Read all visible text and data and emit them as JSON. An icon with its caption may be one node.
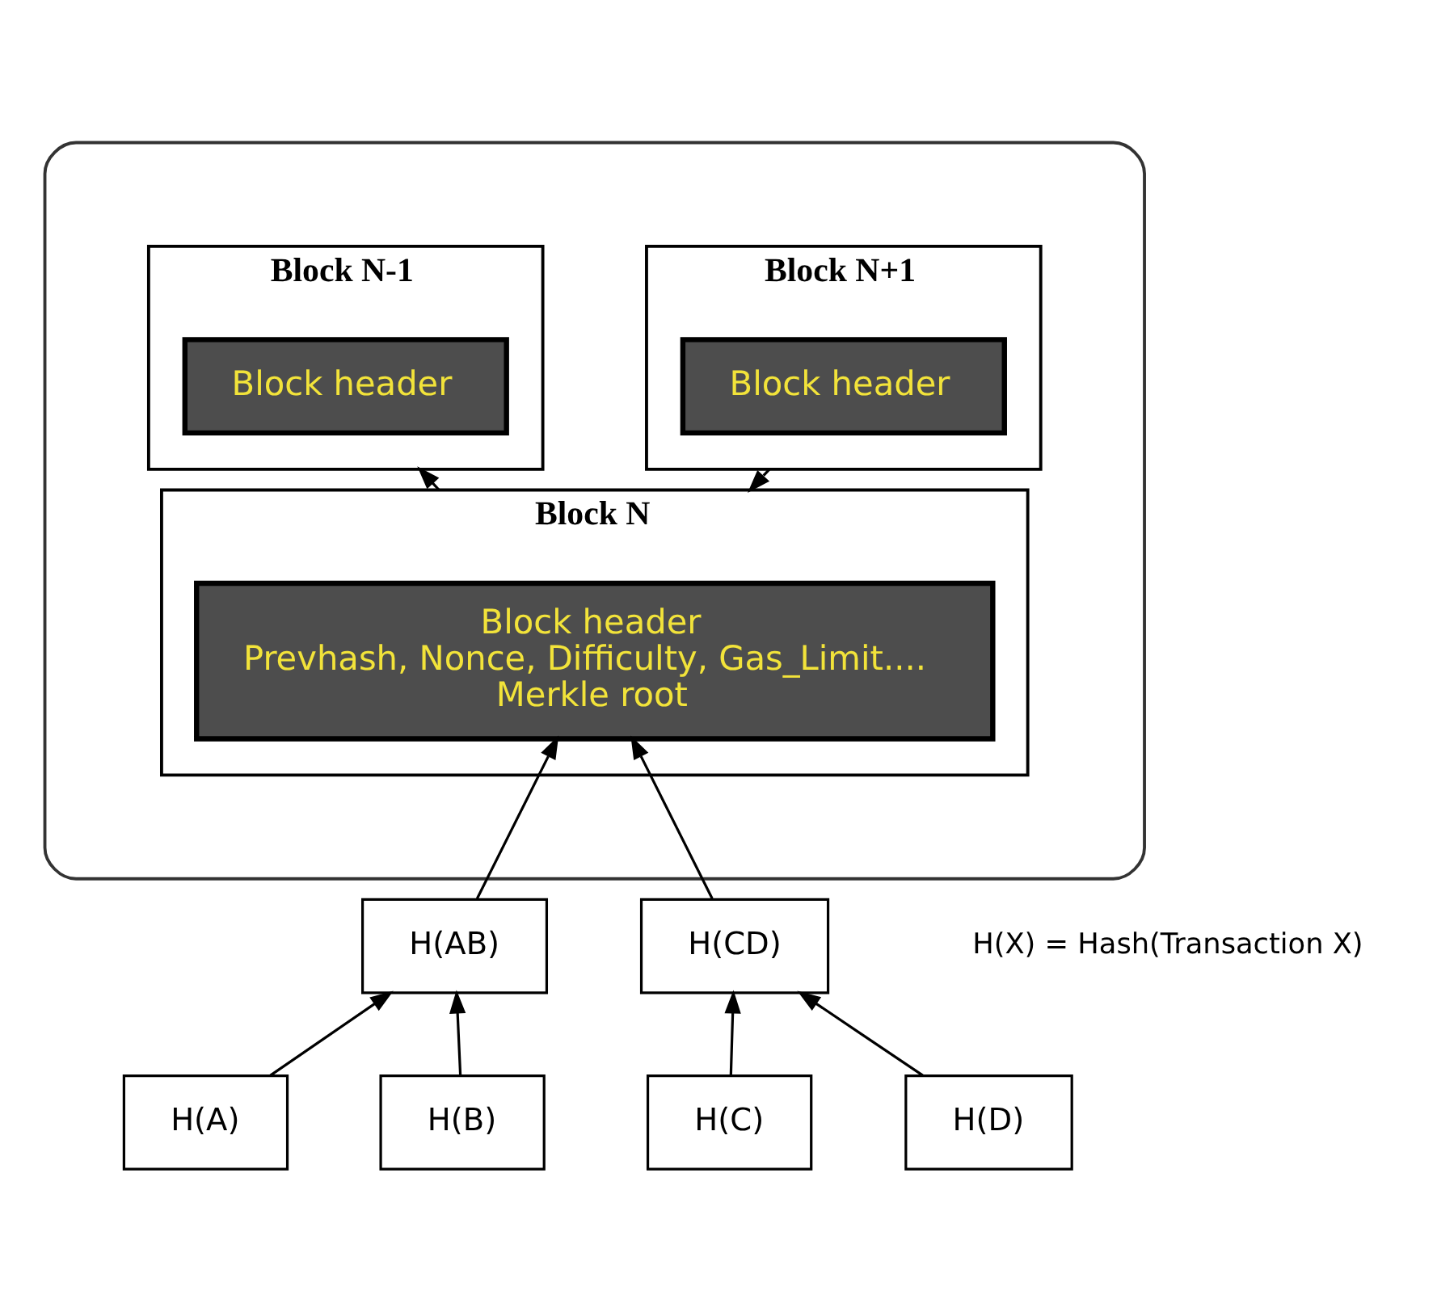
{
  "diagram": {
    "nodes": [
      {
        "text": [],
        "shape": "cloud"
      },
      {
        "text": [
          "Block N-1"
        ],
        "in": 0
      },
      {
        "text": [
          "Block header"
        ],
        "in": 1
      },
      {
        "text": [
          "Block N+1"
        ],
        "in": 0
      },
      {
        "text": [
          "Block header"
        ],
        "in": 3
      },
      {
        "text": [
          "Block N"
        ],
        "in": 0
      },
      {
        "text": [
          "Block header",
          "Prevhash, Nonce, Difficulty, Gas_Limit....",
          "Merkle root"
        ],
        "in": 5
      },
      {
        "text": [
          "H(AB)"
        ]
      },
      {
        "text": [
          "H(CD)"
        ]
      },
      {
        "text": [
          "H(A)"
        ]
      },
      {
        "text": [
          "H(B)"
        ]
      },
      {
        "text": [
          "H(C)"
        ]
      },
      {
        "text": [
          "H(D)"
        ]
      }
    ],
    "edges": [
      {
        "from": 5,
        "to": 1,
        "arrow": "to"
      },
      {
        "from": 3,
        "to": 5,
        "arrow": "to"
      },
      {
        "from": 7,
        "to": 6,
        "arrow": "to"
      },
      {
        "from": 8,
        "to": 6,
        "arrow": "to"
      },
      {
        "from": 9,
        "to": 7,
        "arrow": "to"
      },
      {
        "from": 10,
        "to": 7,
        "arrow": "to"
      },
      {
        "from": 11,
        "to": 8,
        "arrow": "to"
      },
      {
        "from": 12,
        "to": 8,
        "arrow": "to"
      }
    ],
    "labels": [
      "H(X) = Hash(Transaction X)"
    ]
  }
}
